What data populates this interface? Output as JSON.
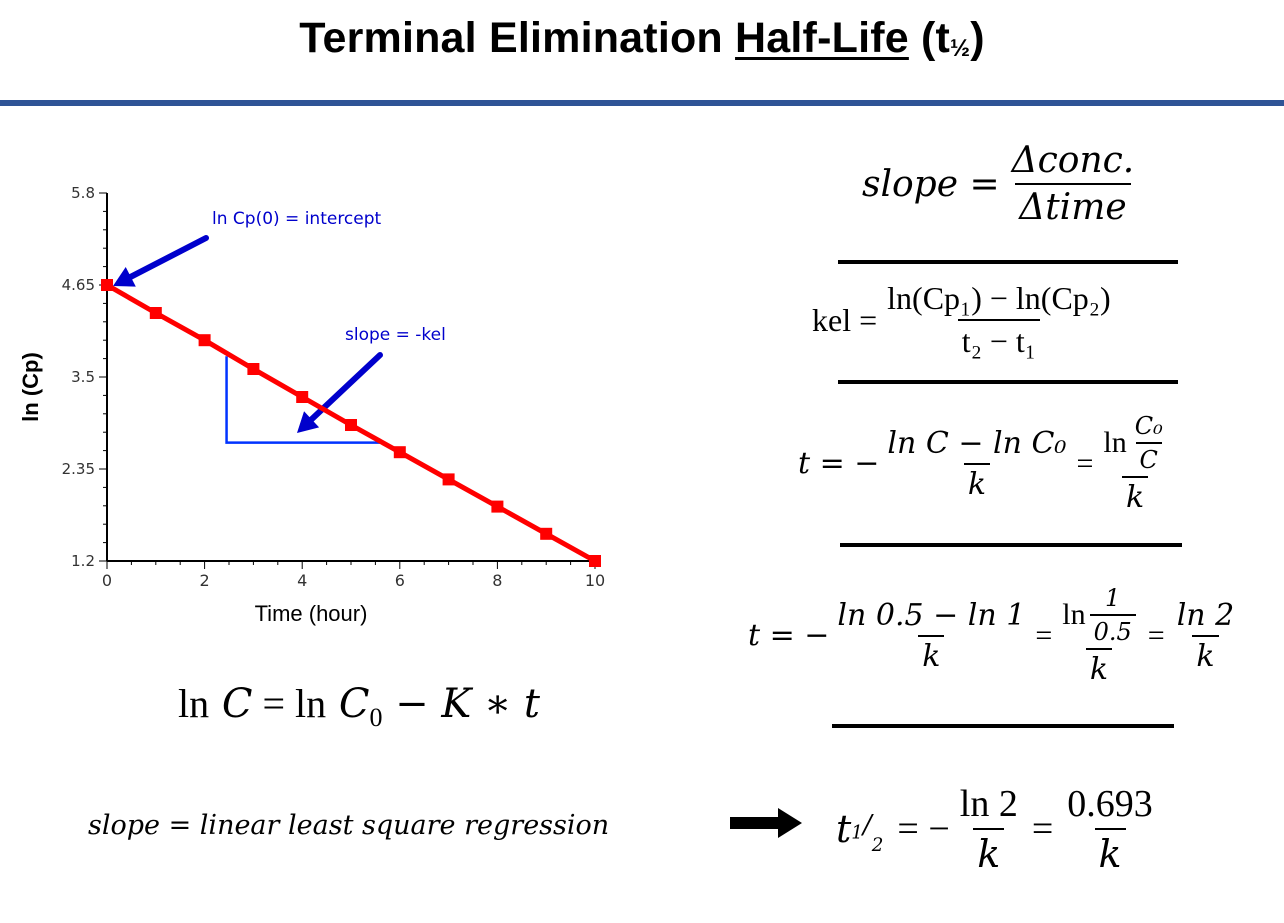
{
  "title": {
    "part1": "Terminal Elimination ",
    "part2": "Half-Life",
    "part3": " (t",
    "sub": "½",
    "part4": ")"
  },
  "colors": {
    "rule": "#2f5496",
    "series": "#ff0000",
    "annotation": "#0000cc",
    "triangle": "#0033ff"
  },
  "chart_data": {
    "type": "line",
    "xlabel": "Time (hour)",
    "ylabel": "ln (Cp)",
    "xlim": [
      0,
      10
    ],
    "ylim": [
      1.2,
      5.8
    ],
    "xticks": [
      "0",
      "2",
      "4",
      "6",
      "8",
      "10"
    ],
    "yticks": [
      "1.2",
      "2.35",
      "3.5",
      "4.65",
      "5.8"
    ],
    "x": [
      0,
      1,
      2,
      3,
      4,
      5,
      6,
      7,
      8,
      9,
      10
    ],
    "y": [
      4.65,
      4.3,
      3.96,
      3.6,
      3.25,
      2.9,
      2.56,
      2.22,
      1.88,
      1.54,
      1.2
    ],
    "annotations": [
      "ln Cp(0) = intercept",
      "slope = -kel"
    ],
    "grid": false
  },
  "eq_lnC": {
    "ln": "ln",
    "C": "C",
    "eq": " = ",
    "ln2": "ln",
    "C0": "C",
    "C0sub": "0",
    "rest": " − K ∗ t"
  },
  "eq_slope_note": "slope = linear least square regression",
  "eq1": {
    "lhs": "slope =",
    "num": "Δconc.",
    "den": "Δtime"
  },
  "eq2": {
    "lhs": "kel =",
    "num": "ln(Cp₁) − ln(Cp₂)",
    "den": "t₂ − t₁"
  },
  "eq3": {
    "lhs": "t = −",
    "num1": "ln C − ln C₀",
    "den1": "k",
    "mid": "=",
    "num2a": "ln",
    "num2top": "C₀",
    "num2bot": "C",
    "den2": "k"
  },
  "eq4": {
    "lhs": "t = −",
    "num1": "ln 0.5 − ln 1",
    "den1": "k",
    "mid1": "=",
    "num2a": "ln",
    "num2top": "1",
    "num2bot": "0.5",
    "den2": "k",
    "mid2": "=",
    "num3": "ln 2",
    "den3": "k"
  },
  "eq5": {
    "t": "t",
    "sub_top": "1",
    "sub_bot": "2",
    "mid1": "= −",
    "num1": "ln 2",
    "den1": "k",
    "mid2": "=",
    "num2": "0.693",
    "den2": "k"
  }
}
